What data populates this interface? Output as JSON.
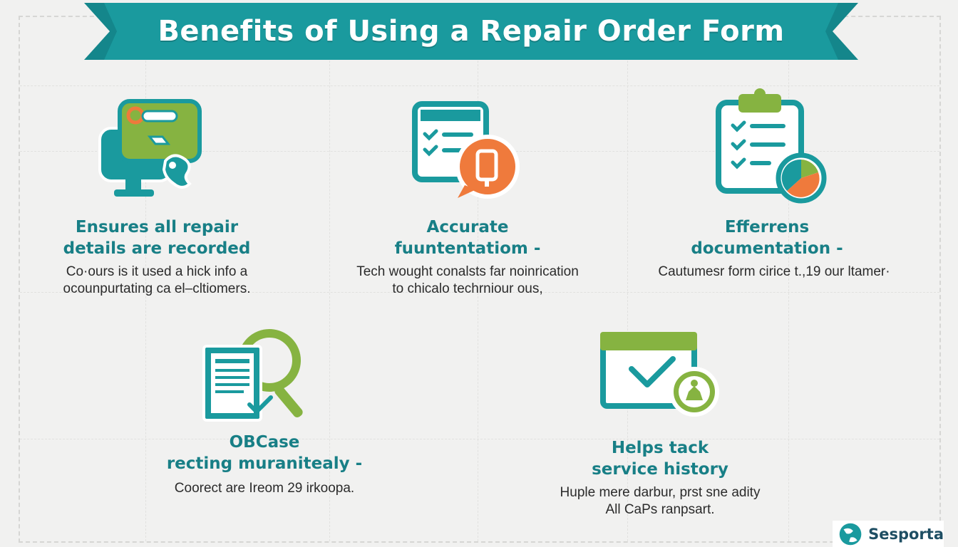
{
  "banner": {
    "title": "Benefits of Using a Repair Order Form"
  },
  "cards": [
    {
      "title_line1": "Ensures all repair",
      "title_line2": "details are recorded",
      "desc_line1": "Co·ours is it used a hick info a",
      "desc_line2": "ocounpurtating ca el–cltiomers."
    },
    {
      "title_line1": "Accurate",
      "title_line2": "fuuntentatiom -",
      "desc_line1": "Tech wought conalsts far noinrication",
      "desc_line2": "to chicalo techrniour ous,"
    },
    {
      "title_line1": "Efferrens",
      "title_line2": "documentation -",
      "desc_line1": "Cautumesr form cirice t.,19 our ltamer·",
      "desc_line2": ""
    },
    {
      "title_line1": "OBCase",
      "title_line2": "recting muranitealy -",
      "desc_line1": "Coorect are Ireom 29 irkoopa.",
      "desc_line2": ""
    },
    {
      "title_line1": "Helps tack",
      "title_line2": "service history",
      "desc_line1": "Huple mere darbur, prst sne adity",
      "desc_line2": "All CaPs ranpsart."
    }
  ],
  "logo": {
    "text": "Sesporta"
  },
  "colors": {
    "teal": "#1a9a9e",
    "dark_teal": "#187f86",
    "green": "#86b341",
    "orange": "#ef7a3c"
  }
}
